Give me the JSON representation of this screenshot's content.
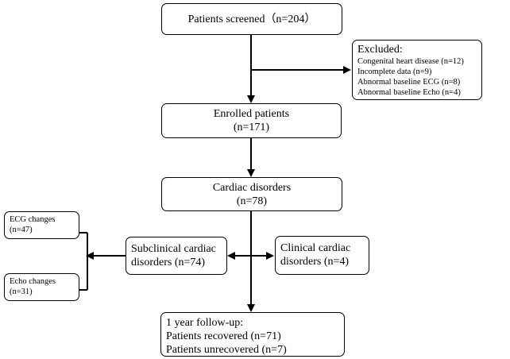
{
  "screened": {
    "label": "Patients screened（n=204）"
  },
  "excluded": {
    "title": "Excluded:",
    "items": [
      "Congenital heart disease (n=12)",
      "Incomplete data (n=9)",
      "Abnormal baseline ECG (n=8)",
      "Abnormal baseline Echo (n=4)"
    ]
  },
  "enrolled": {
    "line1": "Enrolled patients",
    "line2": "(n=171)"
  },
  "cardiac": {
    "line1": "Cardiac disorders",
    "line2": "(n=78)"
  },
  "subclinical": {
    "line1": "Subclinical cardiac",
    "line2": "disorders (n=74)"
  },
  "clinical": {
    "line1": "Clinical cardiac",
    "line2": "disorders (n=4)"
  },
  "ecg": {
    "line1": "ECG changes",
    "line2": "(n=47)"
  },
  "echo": {
    "line1": "Echo changes",
    "line2": "(n=31)"
  },
  "followup": {
    "line1": "1 year follow-up:",
    "line2": "Patients recovered (n=71)",
    "line3": "Patients unrecovered (n=7)"
  }
}
